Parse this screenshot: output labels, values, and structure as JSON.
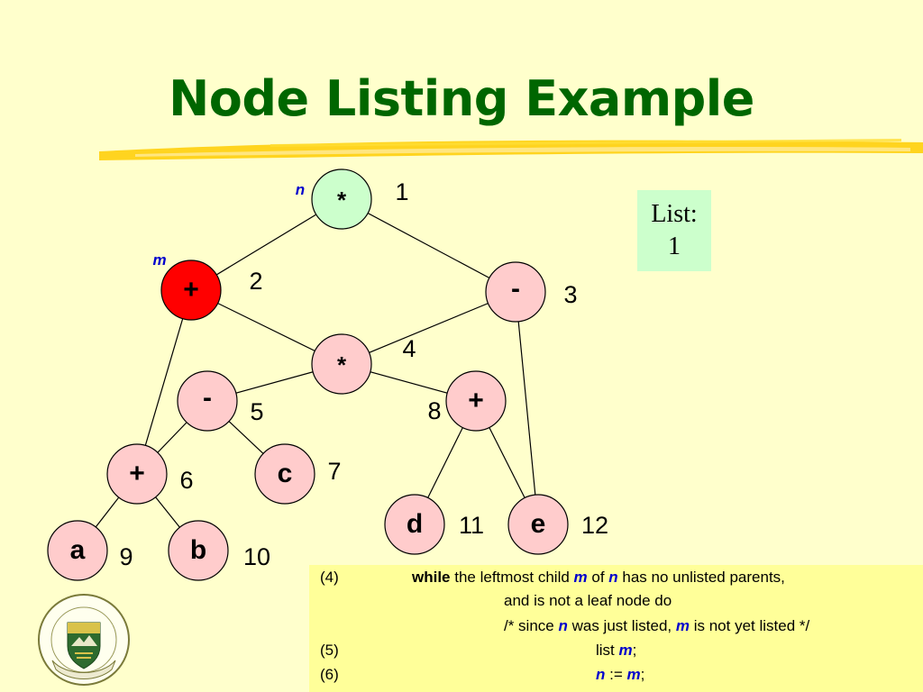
{
  "slide": {
    "title": "Node Listing Example",
    "list_box": {
      "label": "List:",
      "value": "1"
    }
  },
  "colors": {
    "background": "#FFFFCC",
    "title": "#006600",
    "node_default": "#FFCCCC",
    "node_root": "#CCFFCC",
    "node_highlight": "#FF0000",
    "pointer_label": "#0000CC",
    "code_box": "#FFFF99",
    "list_box": "#CCFFCC"
  },
  "diagram": {
    "nodes": [
      {
        "id": "n1",
        "symbol": "*",
        "number": "1"
      },
      {
        "id": "n2",
        "symbol": "+",
        "number": "2"
      },
      {
        "id": "n3",
        "symbol": "-",
        "number": "3"
      },
      {
        "id": "n4",
        "symbol": "*",
        "number": "4"
      },
      {
        "id": "n5",
        "symbol": "-",
        "number": "5"
      },
      {
        "id": "n6",
        "symbol": "+",
        "number": "6"
      },
      {
        "id": "n7",
        "symbol": "c",
        "number": "7"
      },
      {
        "id": "n8",
        "symbol": "+",
        "number": "8"
      },
      {
        "id": "n9",
        "symbol": "a",
        "number": "9"
      },
      {
        "id": "n10",
        "symbol": "b",
        "number": "10"
      },
      {
        "id": "n11",
        "symbol": "d",
        "number": "11"
      },
      {
        "id": "n12",
        "symbol": "e",
        "number": "12"
      }
    ],
    "edges": [
      [
        "n1",
        "n2"
      ],
      [
        "n1",
        "n3"
      ],
      [
        "n2",
        "n4"
      ],
      [
        "n3",
        "n4"
      ],
      [
        "n2",
        "n6"
      ],
      [
        "n3",
        "n12"
      ],
      [
        "n4",
        "n5"
      ],
      [
        "n4",
        "n8"
      ],
      [
        "n5",
        "n6"
      ],
      [
        "n5",
        "n7"
      ],
      [
        "n6",
        "n9"
      ],
      [
        "n6",
        "n10"
      ],
      [
        "n8",
        "n11"
      ],
      [
        "n8",
        "n12"
      ]
    ],
    "pointers": [
      {
        "label": "n",
        "node": "n1"
      },
      {
        "label": "m",
        "node": "n2"
      }
    ]
  },
  "code": {
    "lines": [
      {
        "num": "(4)",
        "parts": [
          {
            "t": "while",
            "s": "kw"
          },
          {
            "t": " the leftmost child "
          },
          {
            "t": "m",
            "s": "var"
          },
          {
            "t": " of "
          },
          {
            "t": "n",
            "s": "var"
          },
          {
            "t": " has no unlisted parents,"
          }
        ]
      },
      {
        "num": "",
        "parts": [
          {
            "t": "and is not a leaf node do"
          }
        ]
      },
      {
        "num": "",
        "parts": [
          {
            "t": "/* since "
          },
          {
            "t": "n",
            "s": "var"
          },
          {
            "t": " was just listed, "
          },
          {
            "t": "m",
            "s": "var"
          },
          {
            "t": " is not yet listed */"
          }
        ]
      },
      {
        "num": "(5)",
        "parts": [
          {
            "t": "list "
          },
          {
            "t": "m",
            "s": "var"
          },
          {
            "t": ";"
          }
        ]
      },
      {
        "num": "(6)",
        "parts": [
          {
            "t": "n",
            "s": "var"
          },
          {
            "t": " := "
          },
          {
            "t": "m",
            "s": "var"
          },
          {
            "t": ";"
          }
        ]
      }
    ]
  }
}
